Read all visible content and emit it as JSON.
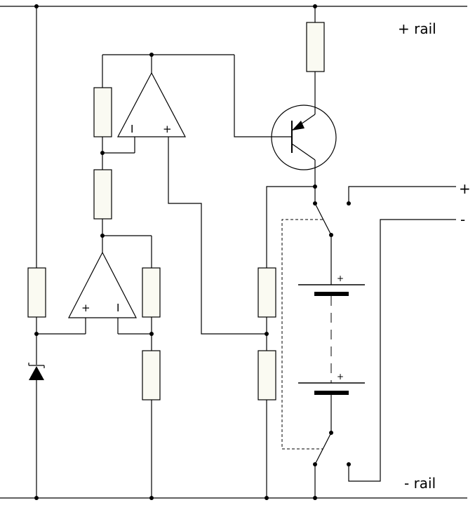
{
  "labels": {
    "plus_rail": "+ rail",
    "minus_rail": "- rail",
    "out_plus": "+",
    "out_minus": "-"
  },
  "opamp_upper": {
    "inv": "I",
    "noninv": "+"
  },
  "opamp_lower": {
    "inv": "I",
    "noninv": "+"
  },
  "battery_top": {
    "polarity": "+"
  },
  "battery_bottom": {
    "polarity": "+"
  }
}
